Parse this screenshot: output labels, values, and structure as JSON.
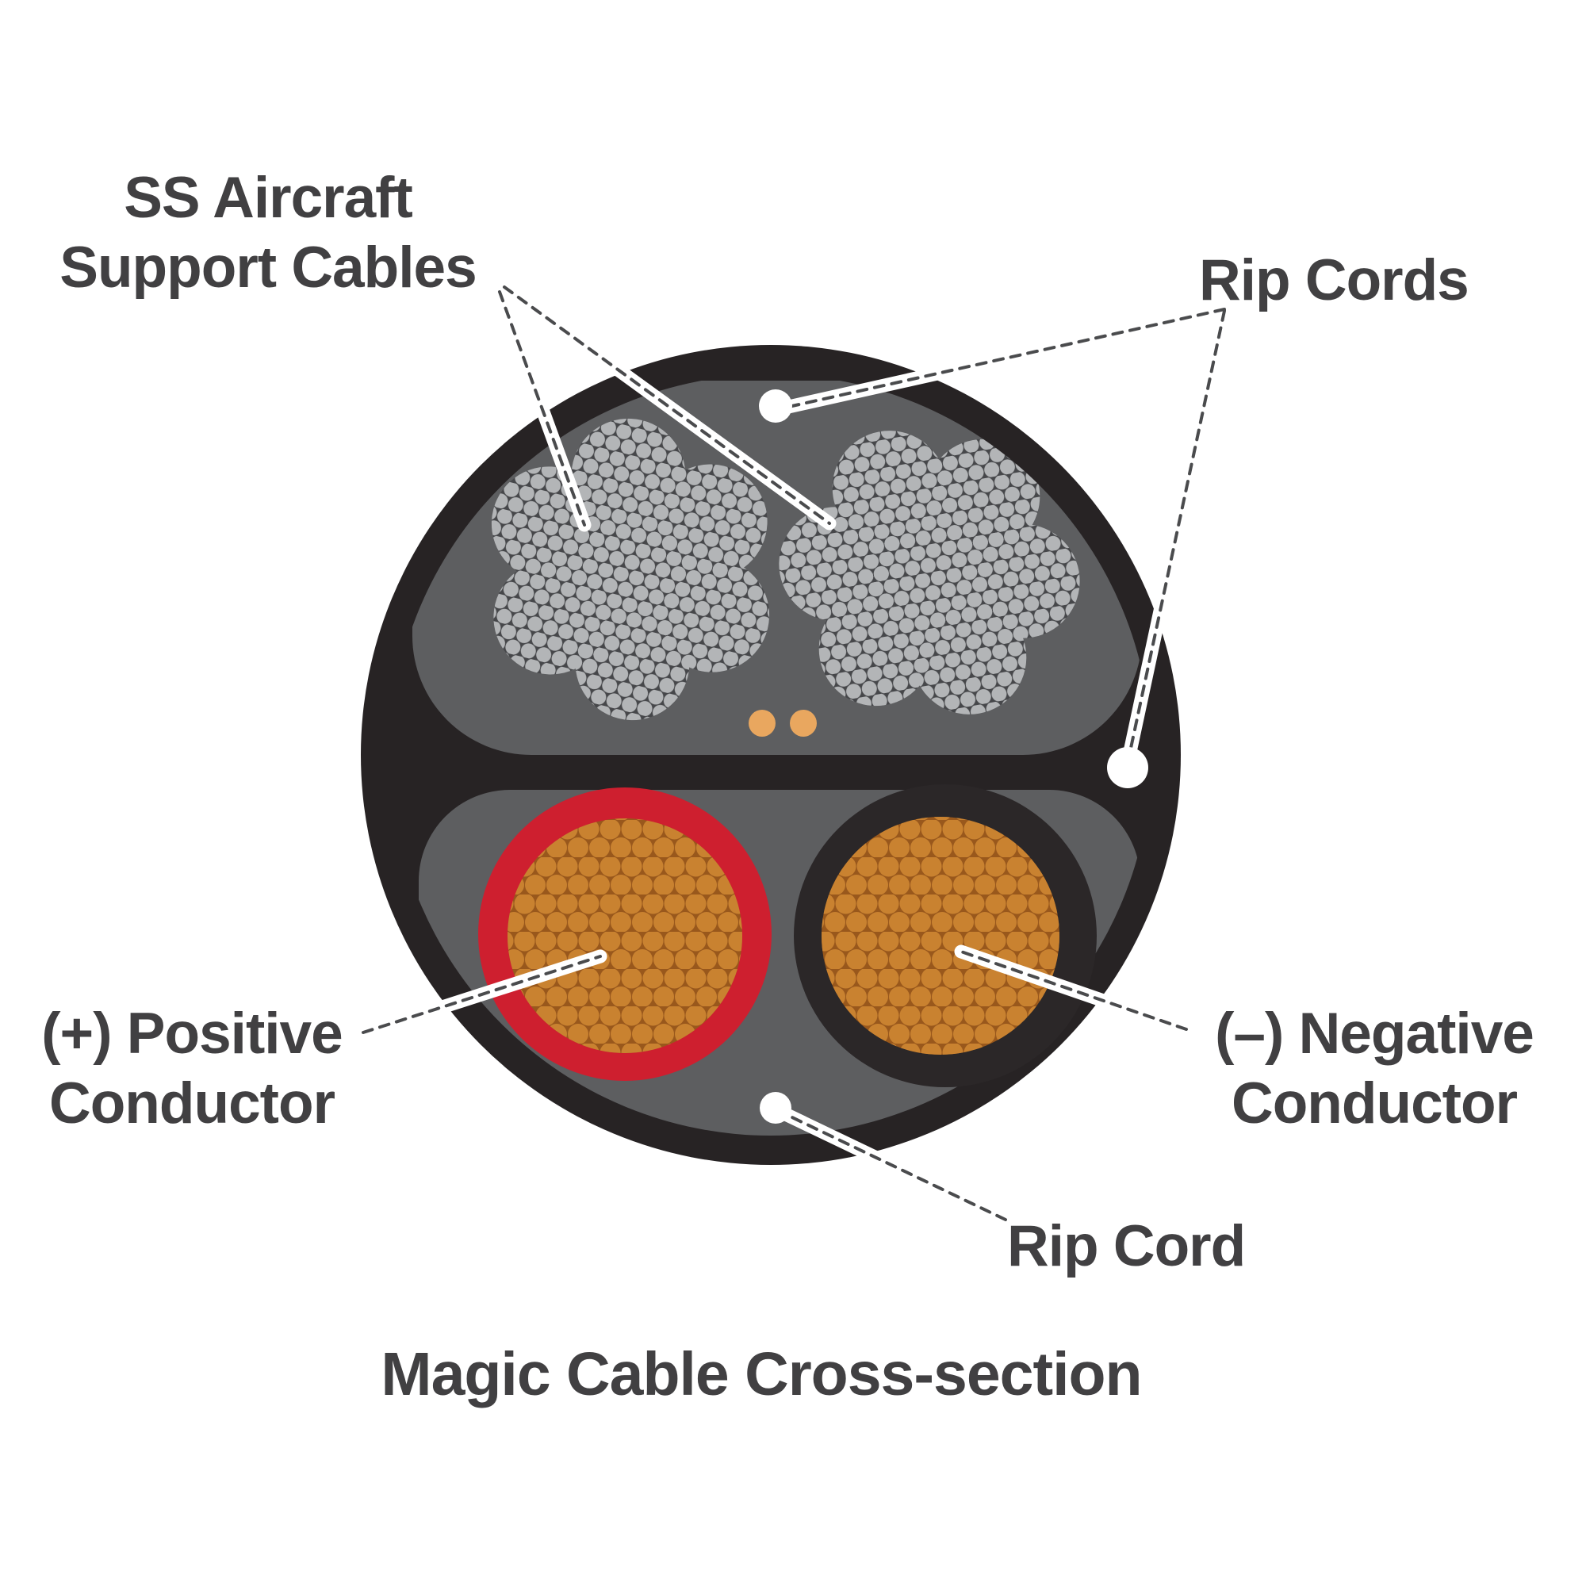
{
  "title": "Magic Cable Cross-section",
  "labels": {
    "support": {
      "line1": "SS Aircraft",
      "line2": "Support Cables"
    },
    "rip_cords": "Rip Cords",
    "positive": {
      "line1": "(+) Positive",
      "line2": "Conductor"
    },
    "negative": {
      "line1": "(–) Negative",
      "line2": "Conductor"
    },
    "rip_cord": "Rip Cord"
  },
  "components": {
    "jacket": "outer cable jacket",
    "upper_chamber": "support cable chamber",
    "lower_chamber": "conductor chamber",
    "support_ropes": "two stranded stainless aircraft cables",
    "positive_conductor": "red-insulated copper conductor",
    "negative_conductor": "black-insulated copper conductor",
    "rip_cord_dots": "three white rip cords, two tan filler cords"
  },
  "colors": {
    "jacket": "#272324",
    "chamber": "#5D5E60",
    "steel_base": "#46474A",
    "steel_dot": "#B3B5B7",
    "copper_base": "#99581C",
    "copper_dot": "#C98230",
    "red_insulation": "#CE1F2F",
    "black_insulation": "#2B2728",
    "tan_dot": "#E9A75F",
    "rip_dot": "#FFFFFF",
    "leader_white": "#FFFFFF",
    "leader_dash": "#4A4B4D",
    "text": "#414042"
  }
}
